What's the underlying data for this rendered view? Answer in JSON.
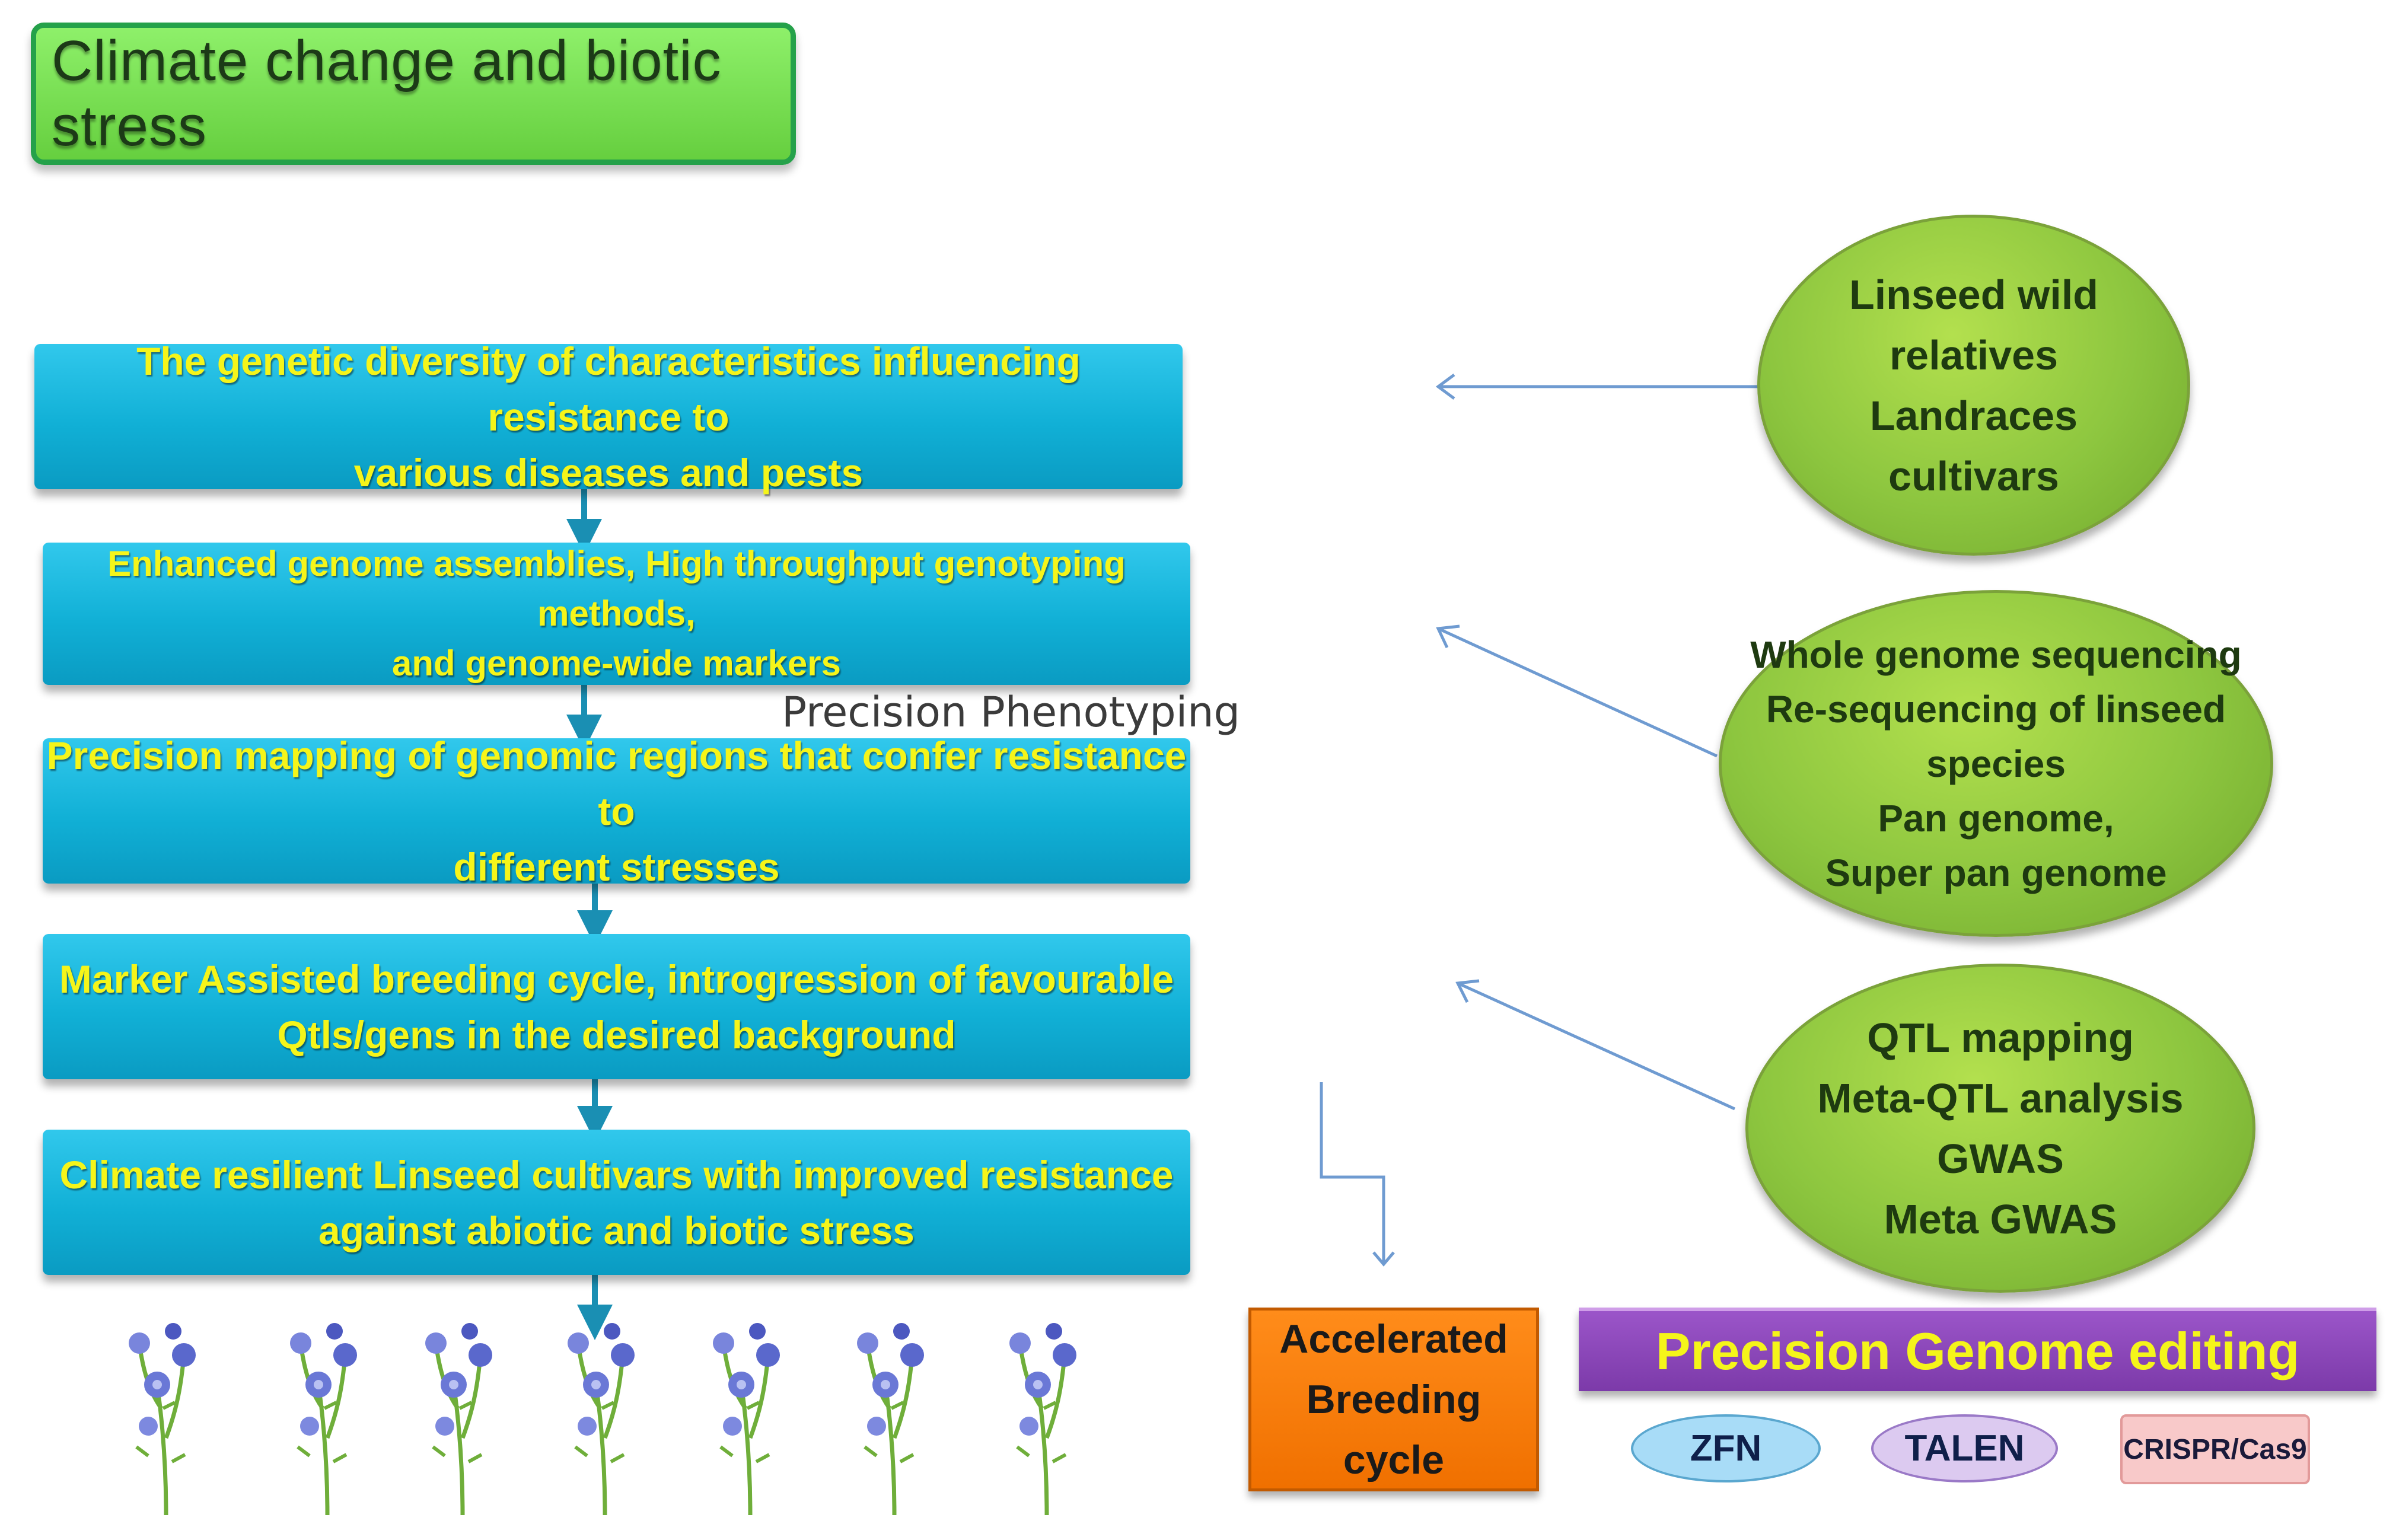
{
  "title": "Climate change and biotic stress",
  "steps": [
    "The genetic diversity of characteristics influencing resistance to\nvarious diseases and pests",
    "Enhanced genome assemblies, High throughput  genotyping methods,\nand genome-wide markers",
    "Precision mapping of genomic regions that confer resistance to\ndifferent stresses",
    "Marker Assisted breeding cycle, introgression of favourable\nQtls/gens in the desired background",
    "Climate resilient Linseed cultivars with improved resistance\nagainst abiotic and biotic stress"
  ],
  "precision_phenotyping": "Precision Phenotyping",
  "resources": [
    "Linseed wild relatives\nLandraces\ncultivars",
    "Whole genome sequencing\nRe-sequencing of linseed species\nPan genome,\nSuper pan genome",
    "QTL mapping\nMeta-QTL analysis\nGWAS\nMeta GWAS"
  ],
  "accelerated_breeding": "Accelerated\nBreeding\ncycle",
  "genome_editing": {
    "title": "Precision Genome editing",
    "tools": [
      "ZFN",
      "TALEN",
      "CRISPR/Cas9"
    ]
  },
  "colors": {
    "title_fill": "#6fd84a",
    "step_fill": "#13b3da",
    "step_text": "#f5f51a",
    "ellipse_fill": "#8dc63f",
    "arrow": "#6f9bd1",
    "accelerated_fill": "#f57f0f",
    "genome_editing_fill": "#8a45b8"
  },
  "icons": [
    "flax-plant-icon"
  ]
}
